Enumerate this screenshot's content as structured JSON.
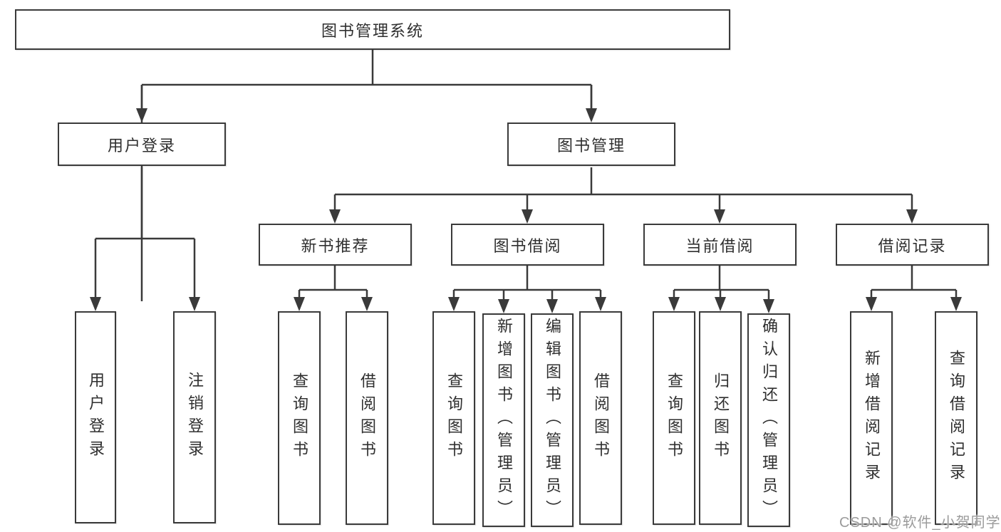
{
  "diagram": {
    "root": "图书管理系统",
    "branches": [
      {
        "label": "用户登录",
        "leaves": [
          "用户登录",
          "注销登录"
        ]
      },
      {
        "label": "图书管理",
        "children": [
          {
            "label": "新书推荐",
            "leaves": [
              "查询图书",
              "借阅图书"
            ]
          },
          {
            "label": "图书借阅",
            "leaves": [
              "查询图书",
              "新增图书（管理员）",
              "编辑图书（管理员）",
              "借阅图书"
            ]
          },
          {
            "label": "当前借阅",
            "leaves": [
              "查询图书",
              "归还图书",
              "确认归还（管理员）"
            ]
          },
          {
            "label": "借阅记录",
            "leaves": [
              "新增借阅记录",
              "查询借阅记录"
            ]
          }
        ]
      }
    ]
  },
  "watermark": "CSDN @软件_小贺同学",
  "colors": {
    "line": "#3a3a3a",
    "text": "#2f2f2f",
    "box_fill": "#ffffff",
    "watermark": "#9b9b9b"
  }
}
